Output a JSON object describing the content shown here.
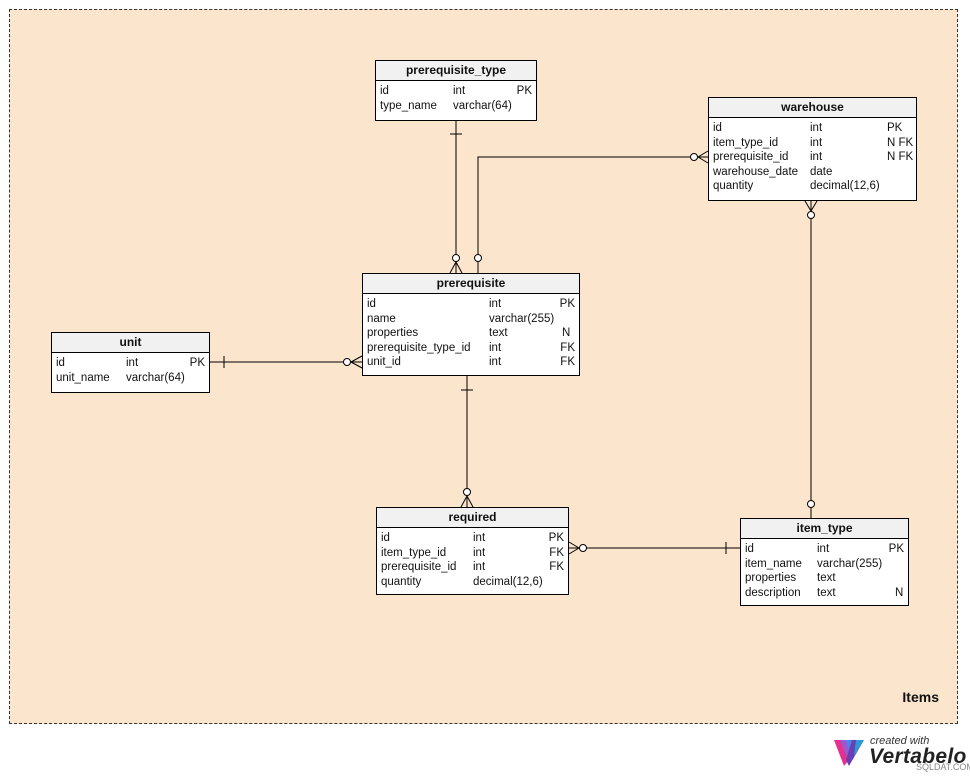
{
  "area_label": "Items",
  "brand": {
    "created": "created with",
    "name": "Vertabelo",
    "site": "SQLDAT.COM"
  },
  "tables": [
    {
      "id": "prerequisite_type",
      "name": "prerequisite_type",
      "columns": [
        [
          "id",
          "int",
          "PK"
        ],
        [
          "type_name",
          "varchar(64)",
          ""
        ]
      ]
    },
    {
      "id": "warehouse",
      "name": "warehouse",
      "columns": [
        [
          "id",
          "int",
          "PK"
        ],
        [
          "item_type_id",
          "int",
          "N FK"
        ],
        [
          "prerequisite_id",
          "int",
          "N FK"
        ],
        [
          "warehouse_date",
          "date",
          ""
        ],
        [
          "quantity",
          "decimal(12,6)",
          ""
        ]
      ]
    },
    {
      "id": "prerequisite",
      "name": "prerequisite",
      "columns": [
        [
          "id",
          "int",
          "PK"
        ],
        [
          "name",
          "varchar(255)",
          ""
        ],
        [
          "properties",
          "text",
          "N"
        ],
        [
          "prerequisite_type_id",
          "int",
          "FK"
        ],
        [
          "unit_id",
          "int",
          "FK"
        ]
      ]
    },
    {
      "id": "unit",
      "name": "unit",
      "columns": [
        [
          "id",
          "int",
          "PK"
        ],
        [
          "unit_name",
          "varchar(64)",
          ""
        ]
      ]
    },
    {
      "id": "required",
      "name": "required",
      "columns": [
        [
          "id",
          "int",
          "PK"
        ],
        [
          "item_type_id",
          "int",
          "FK"
        ],
        [
          "prerequisite_id",
          "int",
          "FK"
        ],
        [
          "quantity",
          "decimal(12,6)",
          ""
        ]
      ]
    },
    {
      "id": "item_type",
      "name": "item_type",
      "columns": [
        [
          "id",
          "int",
          "PK"
        ],
        [
          "item_name",
          "varchar(255)",
          ""
        ],
        [
          "properties",
          "text",
          ""
        ],
        [
          "description",
          "text",
          "N"
        ]
      ]
    }
  ]
}
